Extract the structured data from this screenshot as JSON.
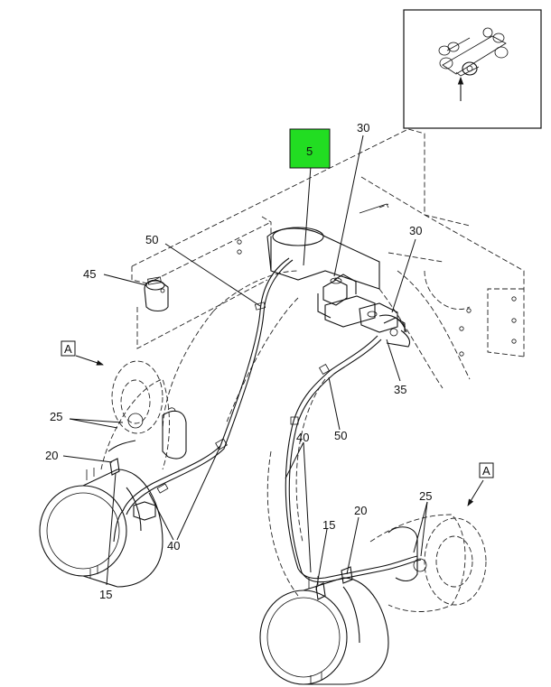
{
  "callouts": {
    "c5": "5",
    "c30a": "30",
    "c30b": "30",
    "c50a": "50",
    "c50b": "50",
    "c45": "45",
    "c35": "35",
    "c25a": "25",
    "c25b": "25",
    "c20a": "20",
    "c20b": "20",
    "c40a": "40",
    "c40b": "40",
    "c15a": "15",
    "c15b": "15",
    "viewA1": "A",
    "viewA2": "A"
  },
  "colors": {
    "highlight": "#22dd22",
    "line": "#111111",
    "background": "#ffffff"
  }
}
